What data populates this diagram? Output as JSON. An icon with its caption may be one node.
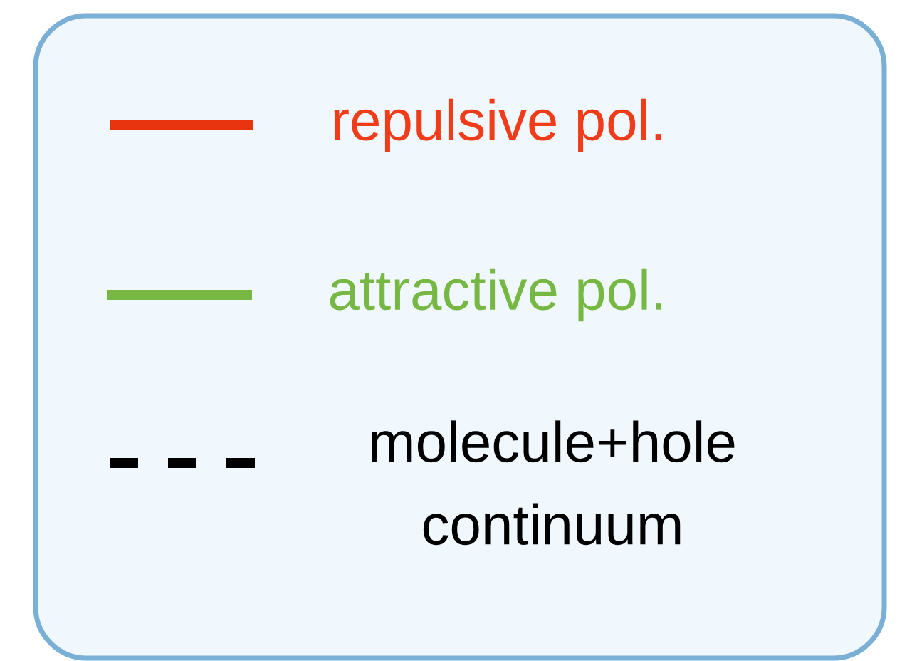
{
  "diagram": {
    "legend": [
      {
        "text": "repulsive pol."
      },
      {
        "text": "attractive pol."
      },
      {
        "text": "molecule+hole continuum"
      }
    ]
  }
}
